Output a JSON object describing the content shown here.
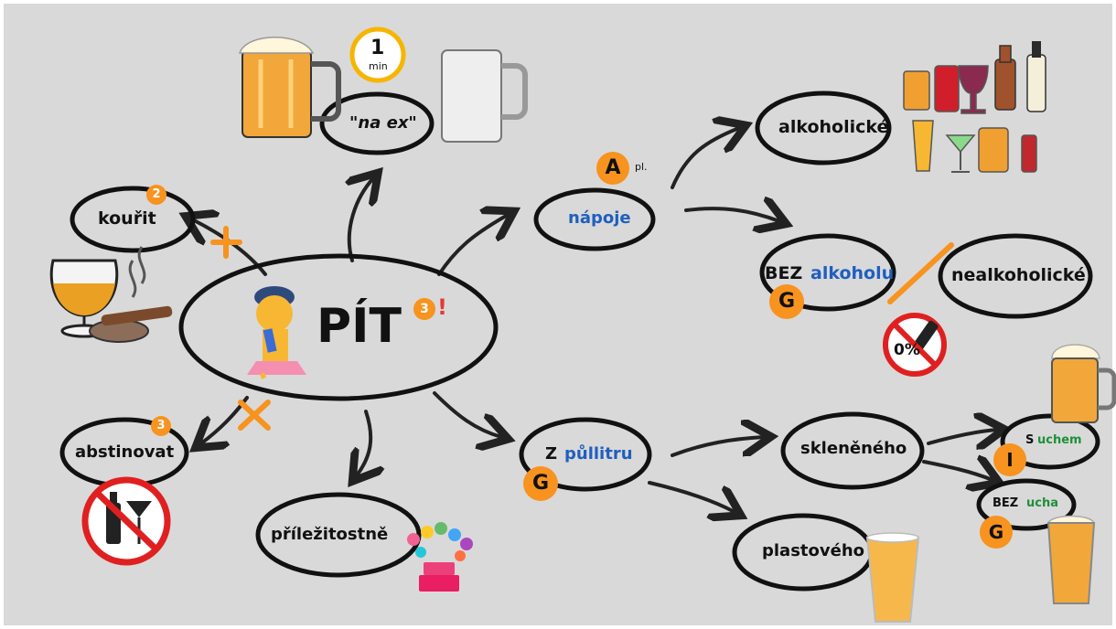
{
  "center": {
    "label": "PÍT",
    "badge_number": "3",
    "alert_mark": "!"
  },
  "nodes": {
    "na_ex": "\"na ex\"",
    "napoje": "nápoje",
    "napoje_badge": "A",
    "napoje_plural": "pl.",
    "alkoholicke": "alkoholické",
    "bez_alkoholu_prefix": "BEZ",
    "bez_alkoholu_word": "alkoholu",
    "bez_alkoholu_badge": "G",
    "nealkoholicke": "nealkoholické",
    "kourit": "kouřit",
    "kourit_badge": "2",
    "abstinovat": "abstinovat",
    "abstinovat_badge": "3",
    "prilezitostne": "příležitostně",
    "z_pullitru_prefix": "Z",
    "z_pullitru_word": "půllitru",
    "z_pullitru_badge": "G",
    "sklenneho": "skleněného",
    "plastoveho": "plastového",
    "s_uchem_prefix": "S",
    "s_uchem_word": "uchem",
    "s_uchem_badge": "I",
    "bez_ucha_prefix": "BEZ",
    "bez_ucha_word": "ucha",
    "bez_ucha_badge": "G"
  },
  "images": {
    "timer_number": "1",
    "timer_unit": "min",
    "zero_percent": "0%"
  },
  "colors": {
    "background": "#d9d9d9",
    "accent": "#f7931e",
    "blue": "#1f5fbf",
    "green": "#1f8f3a",
    "ink": "#111111"
  }
}
